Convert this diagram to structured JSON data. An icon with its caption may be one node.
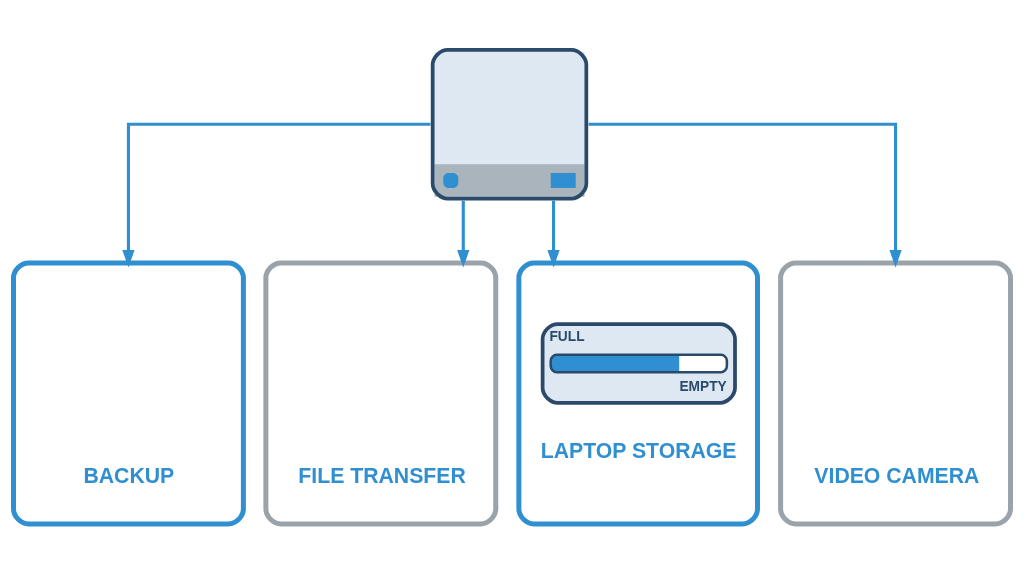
{
  "diagram": {
    "nodes": [
      {
        "text": [],
        "shape": "picture"
      },
      {
        "text": [
          "BACKUP"
        ]
      },
      {
        "text": [
          "FILE TRANSFER"
        ]
      },
      {
        "text": [
          "FULL",
          "EMPTY",
          "LAPTOP STORAGE"
        ]
      },
      {
        "text": [
          "VIDEO CAMERA"
        ]
      }
    ],
    "edges": [
      {
        "from": 0,
        "to": 1,
        "arrow": "to"
      },
      {
        "from": 0,
        "to": 2,
        "arrow": "to"
      },
      {
        "from": 0,
        "to": 3,
        "arrow": "to"
      },
      {
        "from": 0,
        "to": 4,
        "arrow": "to"
      }
    ]
  }
}
